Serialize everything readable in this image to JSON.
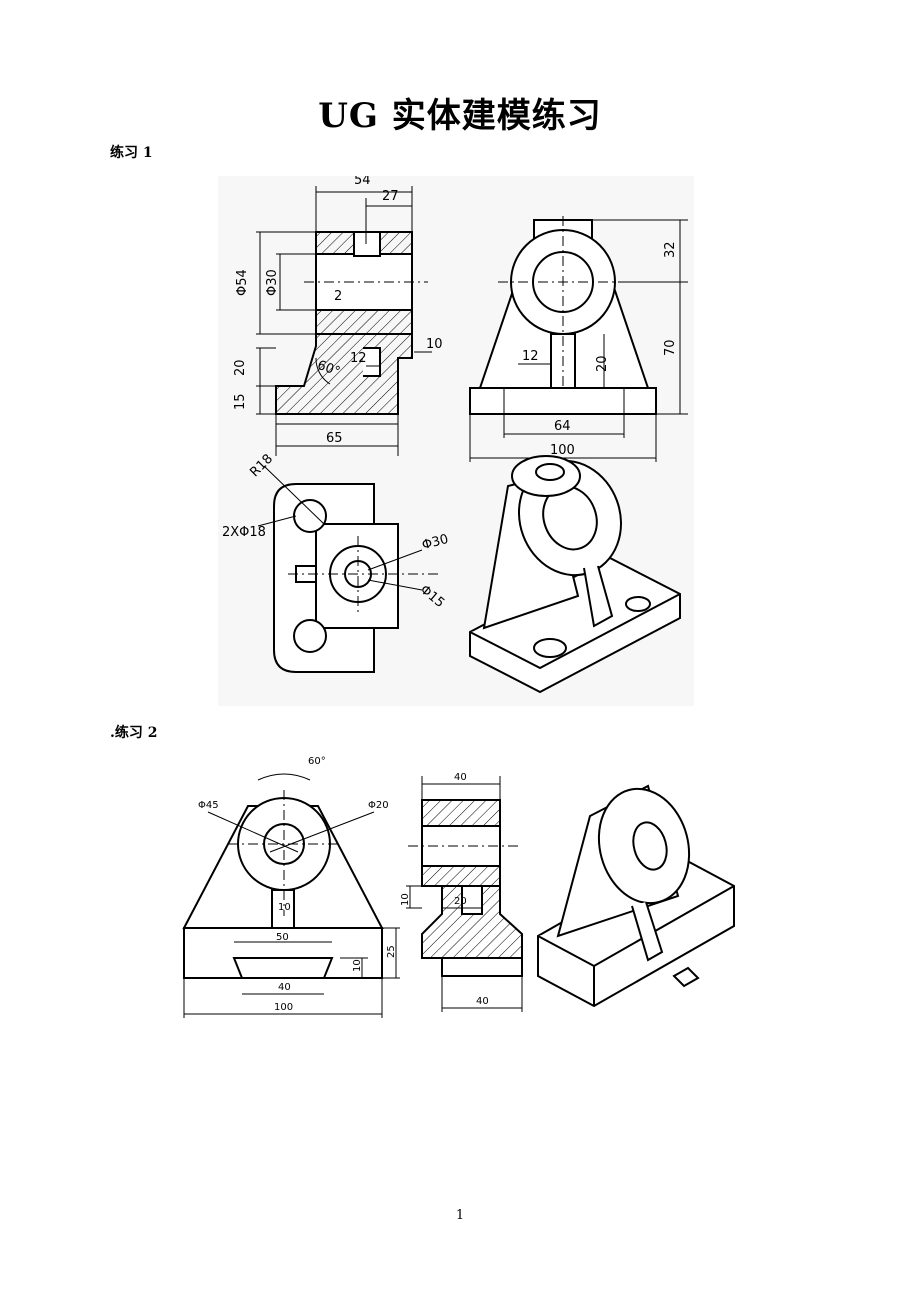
{
  "document": {
    "title": "UG 实体建模练习",
    "page_number": "1"
  },
  "exercises": [
    {
      "heading": "练习 1",
      "front_view": {
        "dims": {
          "width_total": "54",
          "width_half": "27",
          "bore_outer": "Φ54",
          "bore_inner": "Φ30",
          "gap": "2",
          "rib_height": "20",
          "base_height": "15",
          "rib_width": "12",
          "rib_offset": "10",
          "angle": "60°",
          "base_length": "65"
        }
      },
      "side_view": {
        "dims": {
          "top_height": "32",
          "total_height": "70",
          "rib_width": "12",
          "rib_height": "20",
          "hole_spacing": "64",
          "base_width": "100"
        }
      },
      "top_view": {
        "dims": {
          "corner_radius": "R18",
          "holes": "2XΦ18",
          "boss_outer": "Φ30",
          "boss_inner": "Φ15"
        }
      }
    },
    {
      "heading": ".练习 2",
      "front_view": {
        "dims": {
          "angle": "60°",
          "outer_dia": "Φ45",
          "inner_dia": "Φ20",
          "rib_width": "10",
          "slot_top": "50",
          "slot_depth": "10",
          "base_height": "25",
          "slot_bottom": "40",
          "base_width": "100"
        }
      },
      "side_view": {
        "dims": {
          "top_width": "40",
          "rib_thickness": "10",
          "slot_width": "20",
          "base_width": "40"
        }
      }
    }
  ]
}
